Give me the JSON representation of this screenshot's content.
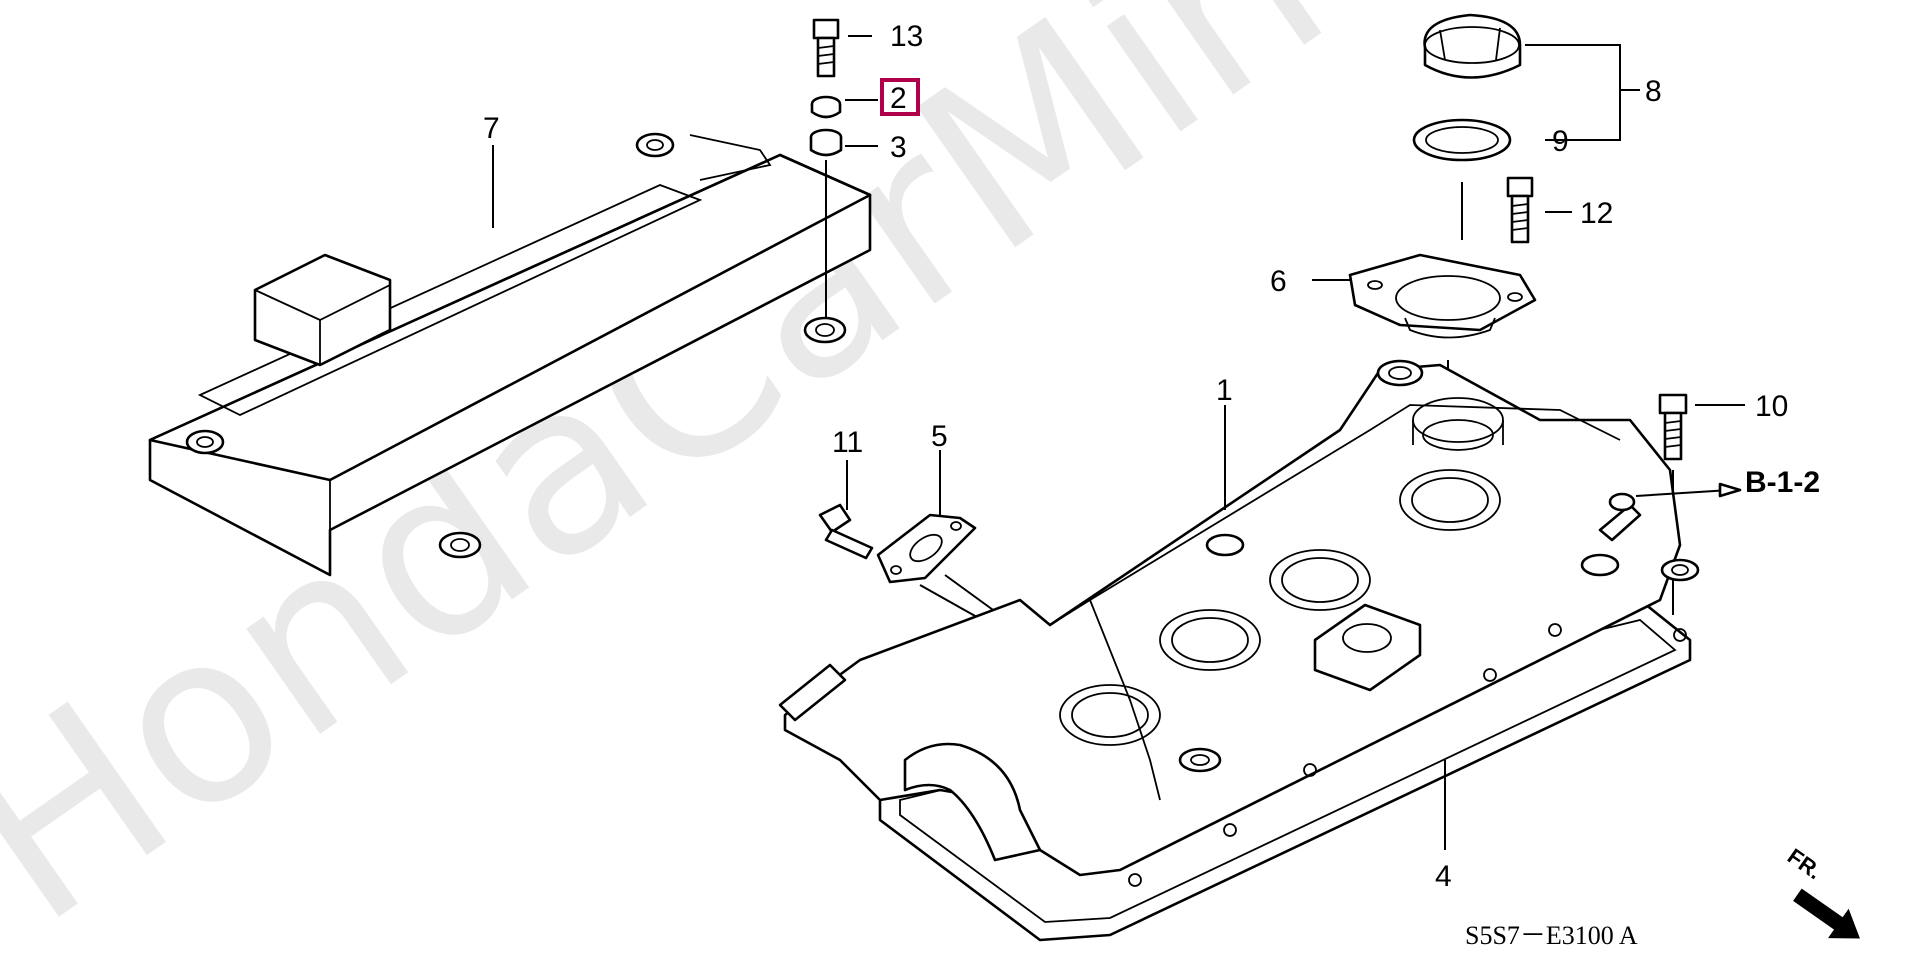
{
  "watermark": "HondaCarMine.ru",
  "diagram_code": "S5S7－E3100 A",
  "front_marker": "FR.",
  "reference_label": "B-1-2",
  "highlighted_part": "2",
  "parts": {
    "p1": "1",
    "p2": "2",
    "p3": "3",
    "p4": "4",
    "p5": "5",
    "p6": "6",
    "p7": "7",
    "p8": "8",
    "p9": "9",
    "p10": "10",
    "p11": "11",
    "p12": "12",
    "p13": "13"
  }
}
